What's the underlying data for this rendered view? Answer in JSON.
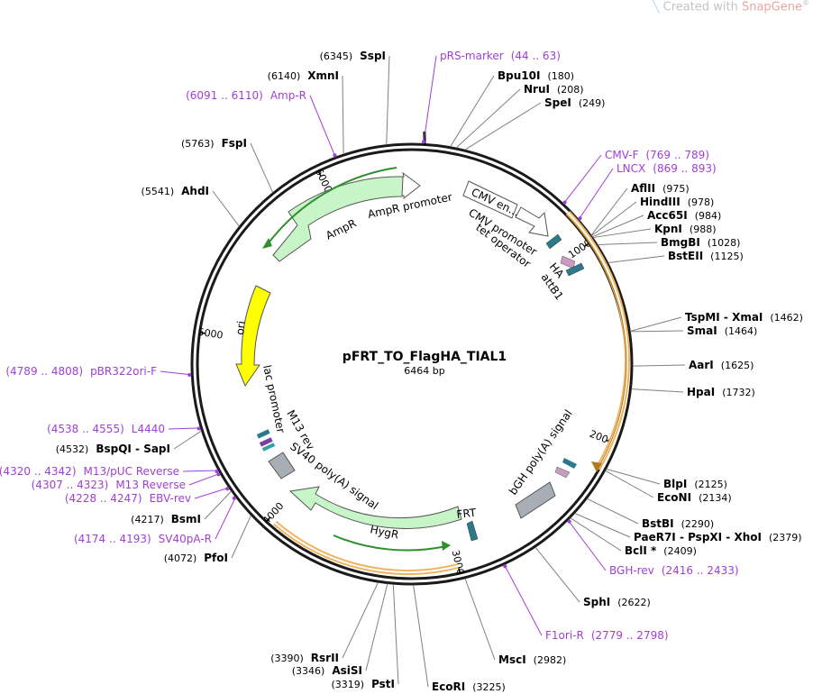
{
  "watermark": {
    "prefix": "Created with ",
    "brand": "SnapGene",
    "reg": "®"
  },
  "plasmid": {
    "name": "pFRT_TO_FlagHA_TIAL1",
    "length_label": "6464 bp",
    "length": 6464
  },
  "colors": {
    "backbone": "#1a1a1a",
    "primer": "#a03fd6",
    "enzyme_line": "#808080",
    "ampr": "#c8f5c8",
    "ori": "#ffff00",
    "orf_outline": "#f0b460",
    "orf_arrow": "#2f8f2f",
    "promoter": "#ffffff",
    "polyA": "#a8aeb5",
    "hygr": "#c8f5c8",
    "tetop": "#2b7a8c",
    "ha": "#c89cc0",
    "frt": "#2b7a8c"
  },
  "ticks": [
    {
      "bp": 1000,
      "label": "1000"
    },
    {
      "bp": 2000,
      "label": "2000"
    },
    {
      "bp": 3000,
      "label": "3000"
    },
    {
      "bp": 4000,
      "label": "4000"
    },
    {
      "bp": 5000,
      "label": "5000"
    },
    {
      "bp": 6000,
      "label": "6000"
    }
  ],
  "enzymes": [
    {
      "name": "SspI",
      "pos": "(6345)",
      "bp": 6345,
      "side": "L"
    },
    {
      "name": "XmnI",
      "pos": "(6140)",
      "bp": 6140,
      "side": "L"
    },
    {
      "name": "FspI",
      "pos": "(5763)",
      "bp": 5763,
      "side": "L"
    },
    {
      "name": "AhdI",
      "pos": "(5541)",
      "bp": 5541,
      "side": "L"
    },
    {
      "name": "Bpu10I",
      "pos": "(180)",
      "bp": 180,
      "side": "R"
    },
    {
      "name": "NruI",
      "pos": "(208)",
      "bp": 208,
      "side": "R"
    },
    {
      "name": "SpeI",
      "pos": "(249)",
      "bp": 249,
      "side": "R"
    },
    {
      "name": "AflII",
      "pos": "(975)",
      "bp": 975,
      "side": "R"
    },
    {
      "name": "HindIII",
      "pos": "(978)",
      "bp": 978,
      "side": "R"
    },
    {
      "name": "Acc65I",
      "pos": "(984)",
      "bp": 984,
      "side": "R"
    },
    {
      "name": "KpnI",
      "pos": "(988)",
      "bp": 988,
      "side": "R"
    },
    {
      "name": "BmgBI",
      "pos": "(1028)",
      "bp": 1028,
      "side": "R"
    },
    {
      "name": "BstEII",
      "pos": "(1125)",
      "bp": 1125,
      "side": "R"
    },
    {
      "name": "TspMI - XmaI",
      "pos": "(1462)",
      "bp": 1462,
      "side": "R"
    },
    {
      "name": "SmaI",
      "pos": "(1464)",
      "bp": 1464,
      "side": "R"
    },
    {
      "name": "AarI",
      "pos": "(1625)",
      "bp": 1625,
      "side": "R"
    },
    {
      "name": "HpaI",
      "pos": "(1732)",
      "bp": 1732,
      "side": "R"
    },
    {
      "name": "BlpI",
      "pos": "(2125)",
      "bp": 2125,
      "side": "R"
    },
    {
      "name": "EcoNI",
      "pos": "(2134)",
      "bp": 2134,
      "side": "R"
    },
    {
      "name": "BstBI",
      "pos": "(2290)",
      "bp": 2290,
      "side": "R"
    },
    {
      "name": "PaeR7I - PspXI - XhoI",
      "pos": "(2379)",
      "bp": 2379,
      "side": "R"
    },
    {
      "name": "BclI *",
      "pos": "(2409)",
      "bp": 2409,
      "side": "R",
      "gray": true
    },
    {
      "name": "SphI",
      "pos": "(2622)",
      "bp": 2622,
      "side": "R"
    },
    {
      "name": "MscI",
      "pos": "(2982)",
      "bp": 2982,
      "side": "R"
    },
    {
      "name": "EcoRI",
      "pos": "(3225)",
      "bp": 3225,
      "side": "R"
    },
    {
      "name": "PstI",
      "pos": "(3319)",
      "bp": 3319,
      "side": "L"
    },
    {
      "name": "AsiSI",
      "pos": "(3346)",
      "bp": 3346,
      "side": "L"
    },
    {
      "name": "RsrII",
      "pos": "(3390)",
      "bp": 3390,
      "side": "L"
    },
    {
      "name": "PfoI",
      "pos": "(4072)",
      "bp": 4072,
      "side": "L"
    },
    {
      "name": "BsmI",
      "pos": "(4217)",
      "bp": 4217,
      "side": "L"
    },
    {
      "name": "BspQI - SapI",
      "pos": "(4532)",
      "bp": 4532,
      "side": "L"
    }
  ],
  "primers": [
    {
      "name": "pRS-marker",
      "range": "(44 .. 63)",
      "bp": 54,
      "side": "R"
    },
    {
      "name": "Amp-R",
      "range": "(6091 .. 6110)",
      "bp": 6100,
      "side": "L"
    },
    {
      "name": "CMV-F",
      "range": "(769 .. 789)",
      "bp": 779,
      "side": "R"
    },
    {
      "name": "LNCX",
      "range": "(869 .. 893)",
      "bp": 881,
      "side": "R"
    },
    {
      "name": "pBR322ori-F",
      "range": "(4789 .. 4808)",
      "bp": 4798,
      "side": "L"
    },
    {
      "name": "L4440",
      "range": "(4538 .. 4555)",
      "bp": 4546,
      "side": "L"
    },
    {
      "name": "M13/pUC Reverse",
      "range": "(4320 .. 4342)",
      "bp": 4331,
      "side": "L"
    },
    {
      "name": "M13 Reverse",
      "range": "(4307 .. 4323)",
      "bp": 4315,
      "side": "L"
    },
    {
      "name": "EBV-rev",
      "range": "(4228 .. 4247)",
      "bp": 4237,
      "side": "L"
    },
    {
      "name": "SV40pA-R",
      "range": "(4174 .. 4193)",
      "bp": 4183,
      "side": "L"
    },
    {
      "name": "BGH-rev",
      "range": "(2416 .. 2433)",
      "bp": 2424,
      "side": "R"
    },
    {
      "name": "F1ori-R",
      "range": "(2779 .. 2798)",
      "bp": 2788,
      "side": "R"
    }
  ],
  "features": [
    {
      "label": "AmpR promoter"
    },
    {
      "label": "AmpR"
    },
    {
      "label": "ori"
    },
    {
      "label": "lac promoter"
    },
    {
      "label": "M13 rev"
    },
    {
      "label": "SV40 poly(A) signal"
    },
    {
      "label": "HygR"
    },
    {
      "label": "FRT"
    },
    {
      "label": "bGH poly(A) signal"
    },
    {
      "label": "CMV en..."
    },
    {
      "label": "CMV promoter"
    },
    {
      "label": "tet operator"
    },
    {
      "label": "HA"
    },
    {
      "label": "attB1"
    }
  ]
}
